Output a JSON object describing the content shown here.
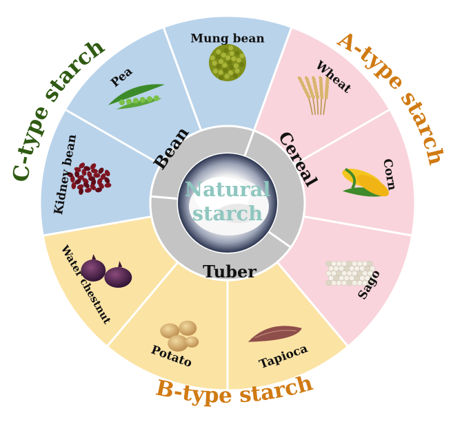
{
  "center": {
    "line1": "Natural",
    "line2": "starch"
  },
  "categories": [
    {
      "id": "bean",
      "label": "Bean"
    },
    {
      "id": "cereal",
      "label": "Cereal"
    },
    {
      "id": "tuber",
      "label": "Tuber"
    }
  ],
  "starch_types": [
    {
      "id": "c-type",
      "label": "C-type starch",
      "color": "#2f5a12"
    },
    {
      "id": "a-type",
      "label": "A-type starch",
      "color": "#d07a12"
    },
    {
      "id": "b-type",
      "label": "B-type starch",
      "color": "#d07a12"
    }
  ],
  "sources": [
    {
      "id": "mung-bean",
      "label": "Mung bean",
      "icon": "mung-bean-icon",
      "group": "bean",
      "fill": "#b9d3ea"
    },
    {
      "id": "wheat",
      "label": "Wheat",
      "icon": "wheat-icon",
      "group": "cereal",
      "fill": "#f9d4dc"
    },
    {
      "id": "corn",
      "label": "Corn",
      "icon": "corn-icon",
      "group": "cereal",
      "fill": "#f9d4dc"
    },
    {
      "id": "sago",
      "label": "Sago",
      "icon": "sago-icon",
      "group": "cereal",
      "fill": "#f9d4dc"
    },
    {
      "id": "tapioca",
      "label": "Tapioca",
      "icon": "tapioca-icon",
      "group": "tuber",
      "fill": "#fbe3a4"
    },
    {
      "id": "potato",
      "label": "Potato",
      "icon": "potato-icon",
      "group": "tuber",
      "fill": "#fbe3a4"
    },
    {
      "id": "water-chestnut",
      "label": "Water chestnut",
      "icon": "water-chestnut-icon",
      "group": "tuber",
      "fill": "#fbe3a4"
    },
    {
      "id": "kidney-bean",
      "label": "Kidney bean",
      "icon": "kidney-bean-icon",
      "group": "bean",
      "fill": "#b9d3ea"
    },
    {
      "id": "pea",
      "label": "Pea",
      "icon": "pea-icon",
      "group": "bean",
      "fill": "#b9d3ea"
    }
  ],
  "colors": {
    "inner_ring": "#c4c4c4",
    "divider": "#ffffff",
    "center_text": "#8fc7c0"
  }
}
